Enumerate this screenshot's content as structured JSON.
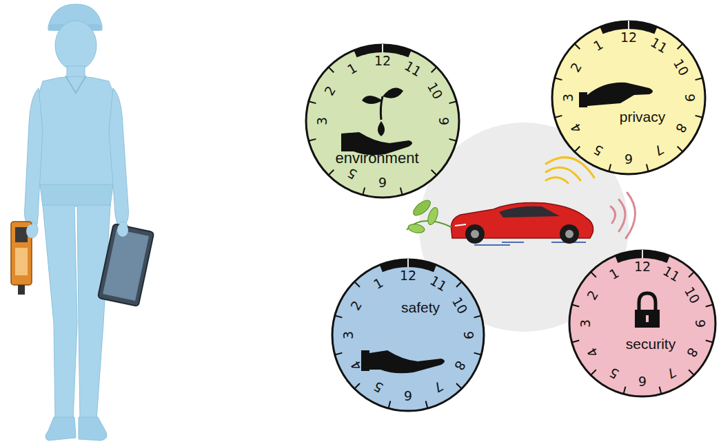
{
  "diagram": {
    "nodes": [
      {
        "text": [
          "environment"
        ]
      },
      {
        "text": [
          "privacy"
        ]
      },
      {
        "text": [
          "safety"
        ]
      },
      {
        "text": [
          "security"
        ]
      }
    ],
    "labels": [
      "12",
      "11",
      "10",
      "9",
      "6",
      "5",
      "3",
      "2",
      "1",
      "12",
      "11",
      "10",
      "9",
      "8",
      "7",
      "6",
      "5",
      "4",
      "3",
      "2",
      "1",
      "12",
      "11",
      "10",
      "9",
      "8",
      "7",
      "6",
      "5",
      "4",
      "3",
      "2",
      "1",
      "12",
      "11",
      "10",
      "9",
      "8",
      "7",
      "6",
      "5",
      "4",
      "3",
      "2",
      "1"
    ]
  }
}
